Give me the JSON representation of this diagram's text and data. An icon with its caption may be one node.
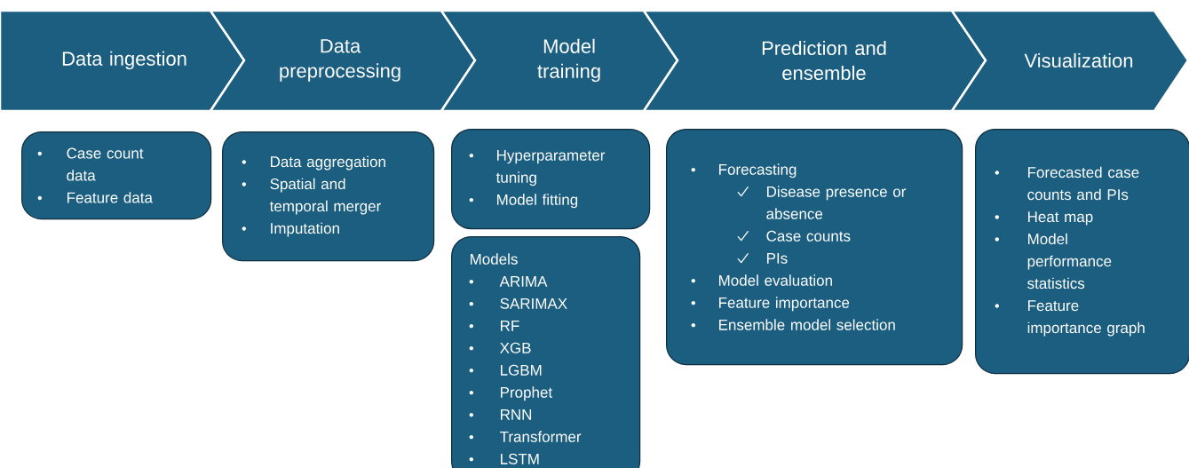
{
  "diagram": {
    "nodes": [
      {
        "text": [
          "Data ingestion"
        ]
      },
      {
        "text": [
          "Data preprocessing"
        ]
      },
      {
        "text": [
          "Model training"
        ]
      },
      {
        "text": [
          "Prediction and ensemble"
        ]
      },
      {
        "text": [
          "Visualization"
        ]
      },
      {
        "text": [
          "Case count data",
          "Feature data"
        ]
      },
      {
        "text": [
          "Data aggregation",
          "Spatial and temporal merger",
          "Imputation"
        ]
      },
      {
        "text": [
          "Hyperparameter tuning",
          "Model fitting"
        ]
      },
      {
        "text": [
          "Models",
          "ARIMA",
          "SARIMAX",
          "RF",
          "XGB",
          "LGBM",
          "Prophet",
          "RNN",
          "Transformer",
          "LSTM"
        ]
      },
      {
        "text": [
          "Forecasting",
          "Disease presence or absence",
          "Case counts",
          "PIs",
          "Model evaluation",
          "Feature importance",
          "Ensemble model selection"
        ]
      },
      {
        "text": [
          "Forecasted case counts and PIs",
          "Heat map",
          "Model performance statistics",
          "Feature importance graph"
        ]
      }
    ]
  }
}
